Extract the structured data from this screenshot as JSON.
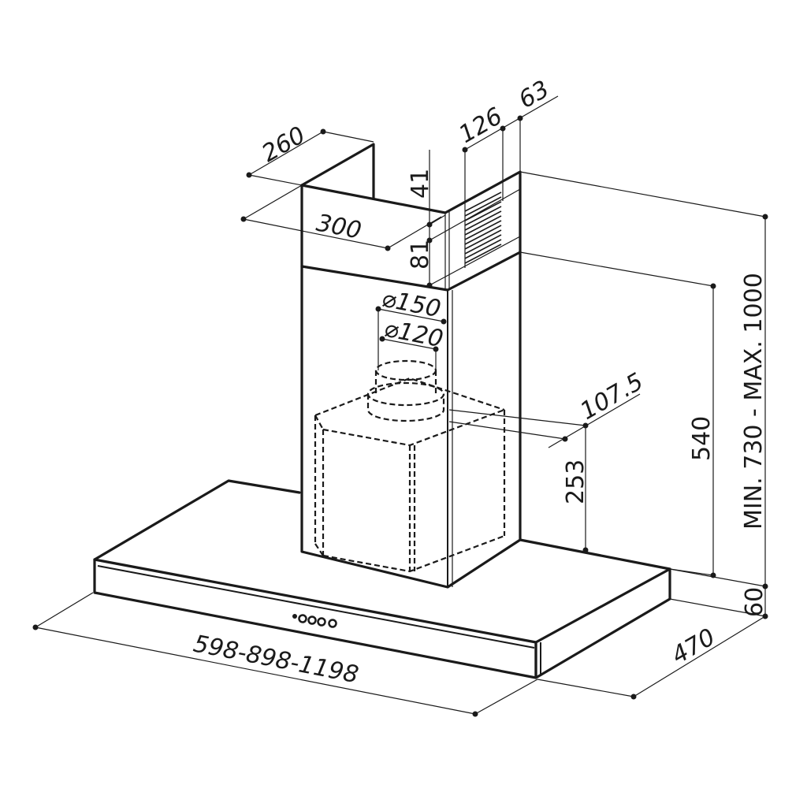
{
  "drawing": {
    "subject": "Chimney cooker hood dimension drawing",
    "units": "mm",
    "colors": {
      "line": "#1a1a1a",
      "background": "#ffffff"
    }
  },
  "dimensions": {
    "chimney_depth_top": "260",
    "chimney_width": "300",
    "chimney_top_offset": "41",
    "chimney_collar_height": "81",
    "grille_offset": "126",
    "grille_width": "63",
    "duct_outer_diameter": "⌀150",
    "duct_inner_diameter": "⌀120",
    "motor_offset": "107.5",
    "motor_height": "253",
    "chimney_lower_height": "540",
    "total_height": "MIN. 730 - MAX. 1000",
    "canopy_thickness": "60",
    "canopy_depth": "470",
    "canopy_width": "598-898-1198"
  },
  "control_panel": {
    "buttons": 5
  }
}
